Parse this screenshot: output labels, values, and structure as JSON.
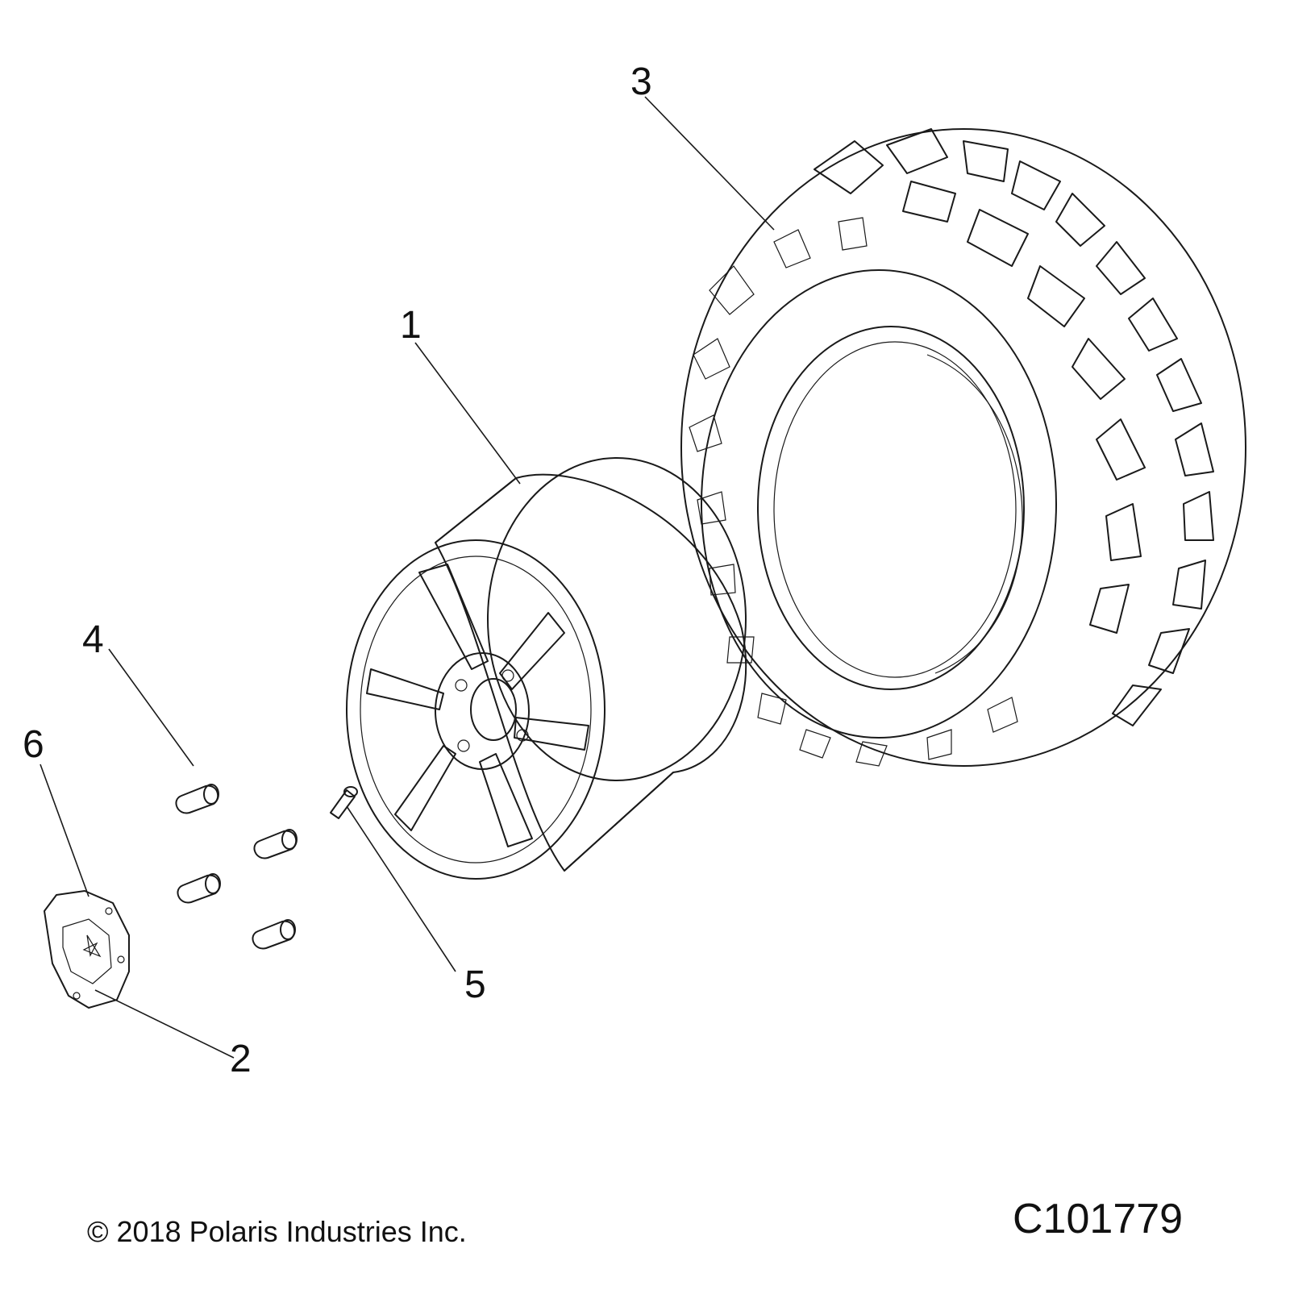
{
  "callouts": [
    {
      "id": "1",
      "label": "1"
    },
    {
      "id": "2",
      "label": "2"
    },
    {
      "id": "3",
      "label": "3"
    },
    {
      "id": "4",
      "label": "4"
    },
    {
      "id": "5",
      "label": "5"
    },
    {
      "id": "6",
      "label": "6"
    }
  ],
  "footer": {
    "copyright": "© 2018 Polaris Industries Inc.",
    "drawing_id": "C101779"
  },
  "colors": {
    "line": "#1a1a1a",
    "part_fill": "#f2f2f2",
    "background": "#ffffff"
  }
}
